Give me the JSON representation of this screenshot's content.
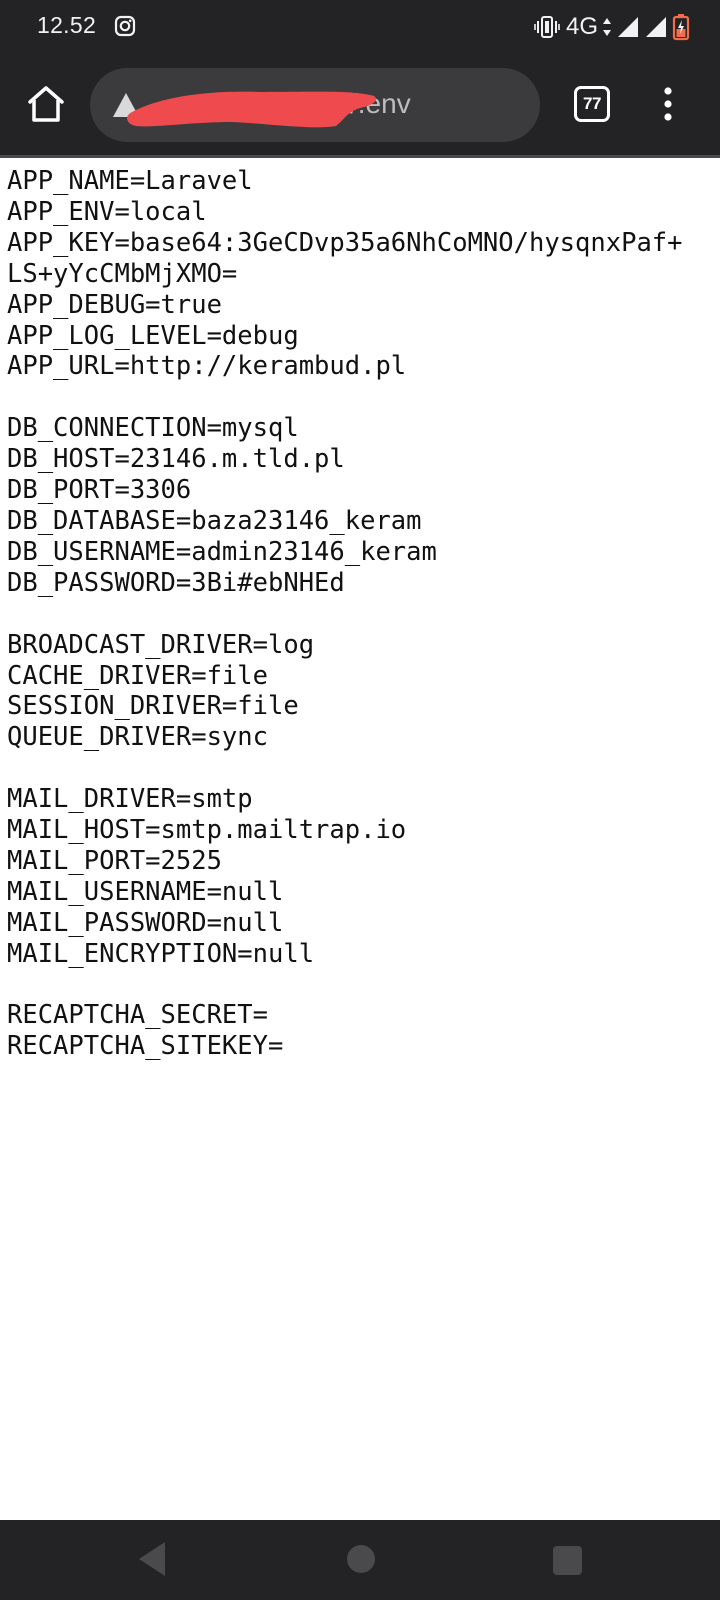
{
  "status_bar": {
    "time": "12.52",
    "network": "4G",
    "icons": [
      "instagram-icon",
      "vibrate-icon",
      "data-arrows-icon",
      "signal-icon",
      "battery-charging-icon"
    ]
  },
  "toolbar": {
    "url_visible": "/.env",
    "tab_count": "77",
    "icons": [
      "home-icon",
      "warning-icon",
      "overflow-menu-icon"
    ]
  },
  "env_lines": [
    "APP_NAME=Laravel",
    "APP_ENV=local",
    "APP_KEY=base64:3GeCDvp35a6NhCoMNO/hysqnxPaf+",
    "LS+yYcCMbMjXMO=",
    "APP_DEBUG=true",
    "APP_LOG_LEVEL=debug",
    "APP_URL=http://kerambud.pl",
    "",
    "DB_CONNECTION=mysql",
    "DB_HOST=23146.m.tld.pl",
    "DB_PORT=3306",
    "DB_DATABASE=baza23146_keram",
    "DB_USERNAME=admin23146_keram",
    "DB_PASSWORD=3Bi#ebNHEd",
    "",
    "BROADCAST_DRIVER=log",
    "CACHE_DRIVER=file",
    "SESSION_DRIVER=file",
    "QUEUE_DRIVER=sync",
    "",
    "MAIL_DRIVER=smtp",
    "MAIL_HOST=smtp.mailtrap.io",
    "MAIL_PORT=2525",
    "MAIL_USERNAME=null",
    "MAIL_PASSWORD=null",
    "MAIL_ENCRYPTION=null",
    "",
    "RECAPTCHA_SECRET=",
    "RECAPTCHA_SITEKEY="
  ],
  "nav_bar": {
    "icons": [
      "back-icon",
      "home-circle-icon",
      "recents-icon"
    ]
  },
  "colors": {
    "chrome_bg": "#232325",
    "omnibox_bg": "#3b3b3d",
    "redaction": "#ef4b4f",
    "battery_accent": "#f26d4b"
  }
}
